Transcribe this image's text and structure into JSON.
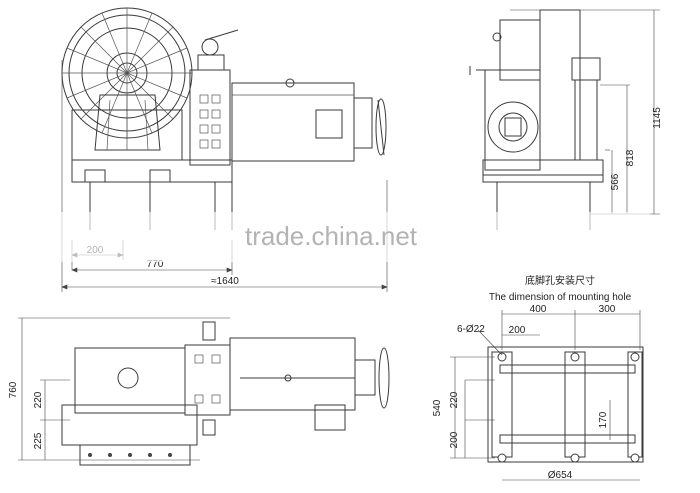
{
  "watermark": "trade.china.net",
  "top_view": {
    "dims": {
      "d_200": "200",
      "d_770": "770",
      "d_1640": "≈1640"
    }
  },
  "side_view": {
    "dims": {
      "h_1145": "1145",
      "h_818": "818",
      "h_566": "566"
    }
  },
  "bottom_view": {
    "dims": {
      "h_760": "760",
      "h_220": "220",
      "h_225": "225"
    }
  },
  "mounting": {
    "title_cn": "底脚孔安装尺寸",
    "title_en": "The dimension of mounting hole",
    "dims": {
      "holes": "6-Ø22",
      "w_200": "200",
      "w_400": "400",
      "w_300": "300",
      "h_540": "540",
      "h_220": "220",
      "h_200": "200",
      "h_170": "170",
      "w_654": "Ø654"
    }
  }
}
